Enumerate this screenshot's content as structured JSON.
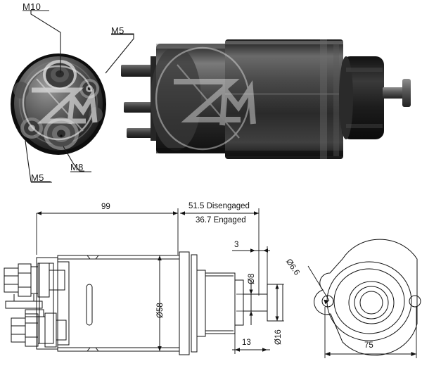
{
  "document": {
    "type": "technical-product-drawing",
    "subject": "starter-motor-solenoid",
    "brand_watermark": "ZM"
  },
  "photos": {
    "end_view": {
      "name": "solenoid-end-cap-photo",
      "description": "front face of solenoid cap with terminal studs",
      "watermark": "ZM"
    },
    "side_view": {
      "name": "solenoid-side-photo",
      "description": "side view of solenoid body with plunger rod",
      "watermark": "ZM"
    }
  },
  "callouts": [
    {
      "id": "m10",
      "label": "M10"
    },
    {
      "id": "m5-top",
      "label": "M5"
    },
    {
      "id": "m8",
      "label": "M8"
    },
    {
      "id": "m5-bottom",
      "label": "M5"
    }
  ],
  "dimensions": {
    "length_body": "99",
    "stroke_disengaged": "51.5 Disengaged",
    "stroke_engaged": "36.7 Engaged",
    "plate_thickness": "3",
    "body_diameter": "Ø58",
    "shaft_diameter": "Ø8",
    "disc_diameter": "Ø16",
    "disc_offset": "13",
    "mount_hole_diameter": "Ø6.6",
    "mount_span": "75"
  },
  "colors": {
    "line": "#111111",
    "photo_dark": "#1c1c1c",
    "photo_mid": "#555555",
    "photo_light": "#b8b8b8",
    "background": "#ffffff"
  }
}
